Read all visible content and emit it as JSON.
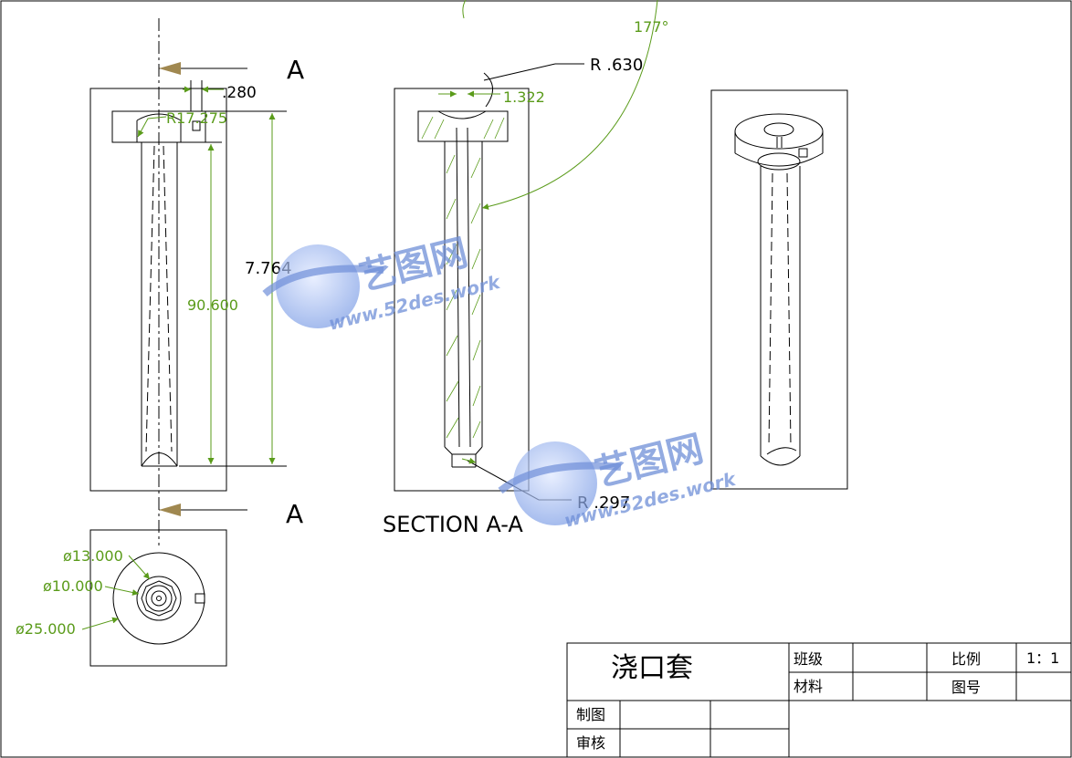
{
  "views": {
    "section_marker_top": "A",
    "section_marker_bottom": "A",
    "section_caption": "SECTION  A-A"
  },
  "dimensions": {
    "top_width": ".280",
    "top_radius": "R17.275",
    "overall_length": "7.764",
    "shaft_length": "90.600",
    "section_radius_top": "R .630",
    "section_offset": "1.322",
    "section_angle": "177°",
    "section_radius_bottom": "R .297",
    "dia_13": "ø13.000",
    "dia_10": "ø10.000",
    "dia_25": "ø25.000"
  },
  "watermark": {
    "brand_cn": "艺图网",
    "url": "www.52des.work"
  },
  "title_block": {
    "part_name": "浇口套",
    "class_label": "班级",
    "class_value": "",
    "material_label": "材料",
    "material_value": "",
    "scale_label": "比例",
    "scale_value": "1：1",
    "drawing_no_label": "图号",
    "drawing_no_value": "",
    "drawn_label": "制图",
    "checked_label": "审核"
  },
  "colors": {
    "line": "#000000",
    "dimension": "#5a9b1a",
    "section_arrow": "#a08850",
    "watermark": "#6f8fd8"
  }
}
